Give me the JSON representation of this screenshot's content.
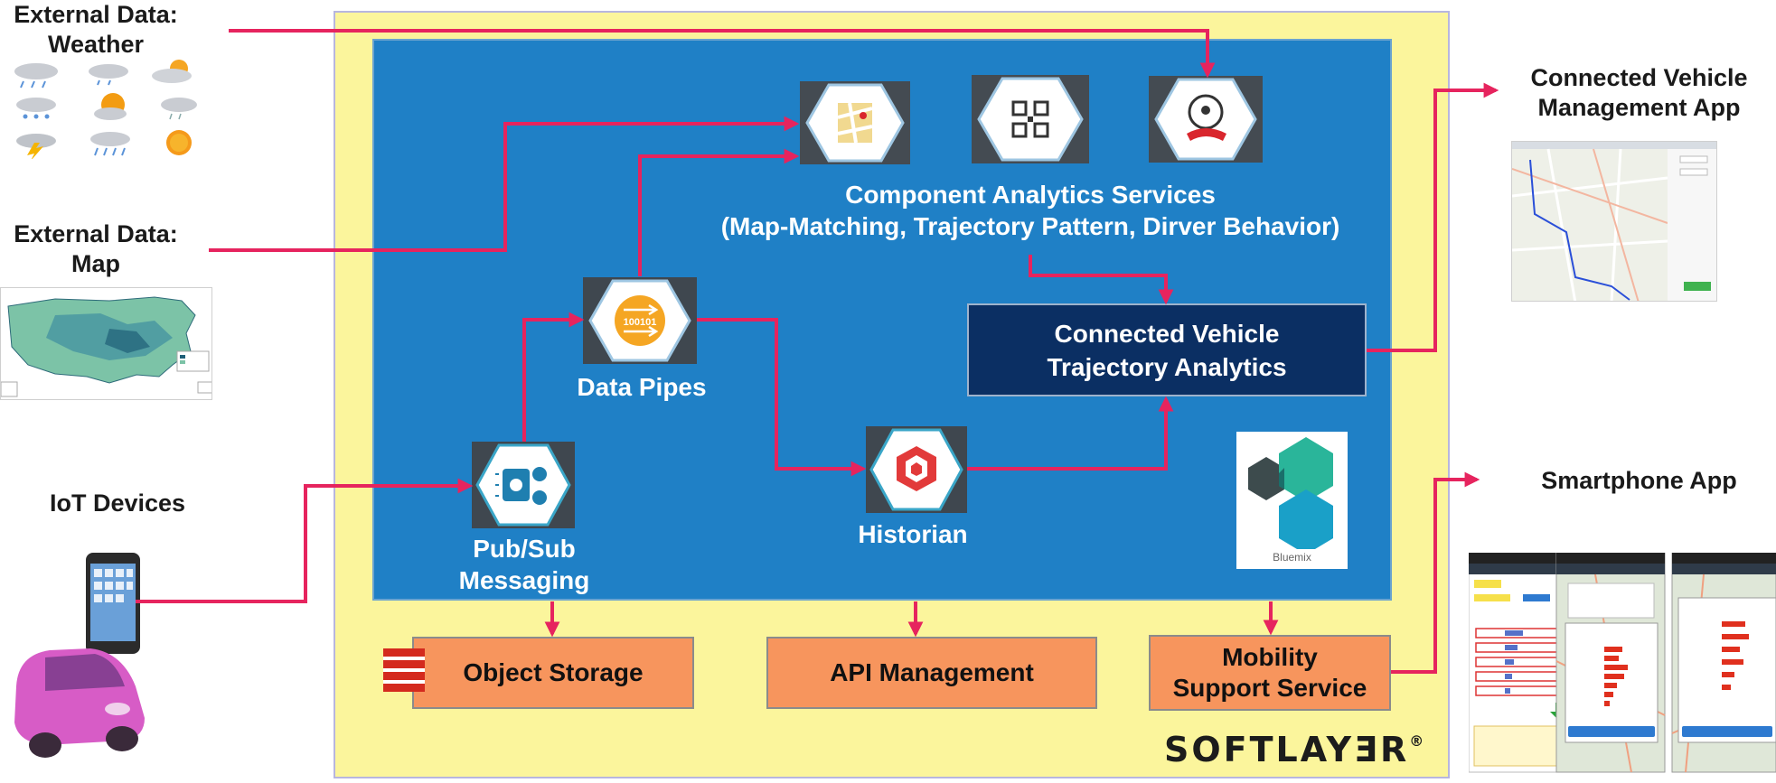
{
  "external_weather": {
    "line1": "External Data:",
    "line2": "Weather"
  },
  "external_map": {
    "line1": "External Data:",
    "line2": "Map"
  },
  "iot": {
    "label": "IoT Devices"
  },
  "component_services": {
    "line1": "Component Analytics Services",
    "line2": "(Map-Matching, Trajectory Pattern, Dirver Behavior)"
  },
  "data_pipes": {
    "label": "Data Pipes",
    "badge": "100101"
  },
  "cvta": {
    "line1": "Connected Vehicle",
    "line2": "Trajectory Analytics"
  },
  "pubsub": {
    "line1": "Pub/Sub",
    "line2": "Messaging"
  },
  "historian": {
    "label": "Historian"
  },
  "bluemix": {
    "label": "Bluemix"
  },
  "object_storage": {
    "label": "Object Storage"
  },
  "api_management": {
    "label": "API Management"
  },
  "mobility": {
    "line1": "Mobility",
    "line2": "Support Service"
  },
  "softlayer": {
    "label": "SOFTLAYƎR",
    "mark": "®"
  },
  "cv_app": {
    "line1": "Connected Vehicle",
    "line2": "Management App"
  },
  "smartphone_app": {
    "label": "Smartphone App"
  },
  "colors": {
    "arrow": "#e6245e",
    "outer_bg": "#fbf59c",
    "inner_bg": "#1f80c6",
    "service_box": "#f7955d",
    "analytics_box": "#0b2f63"
  }
}
